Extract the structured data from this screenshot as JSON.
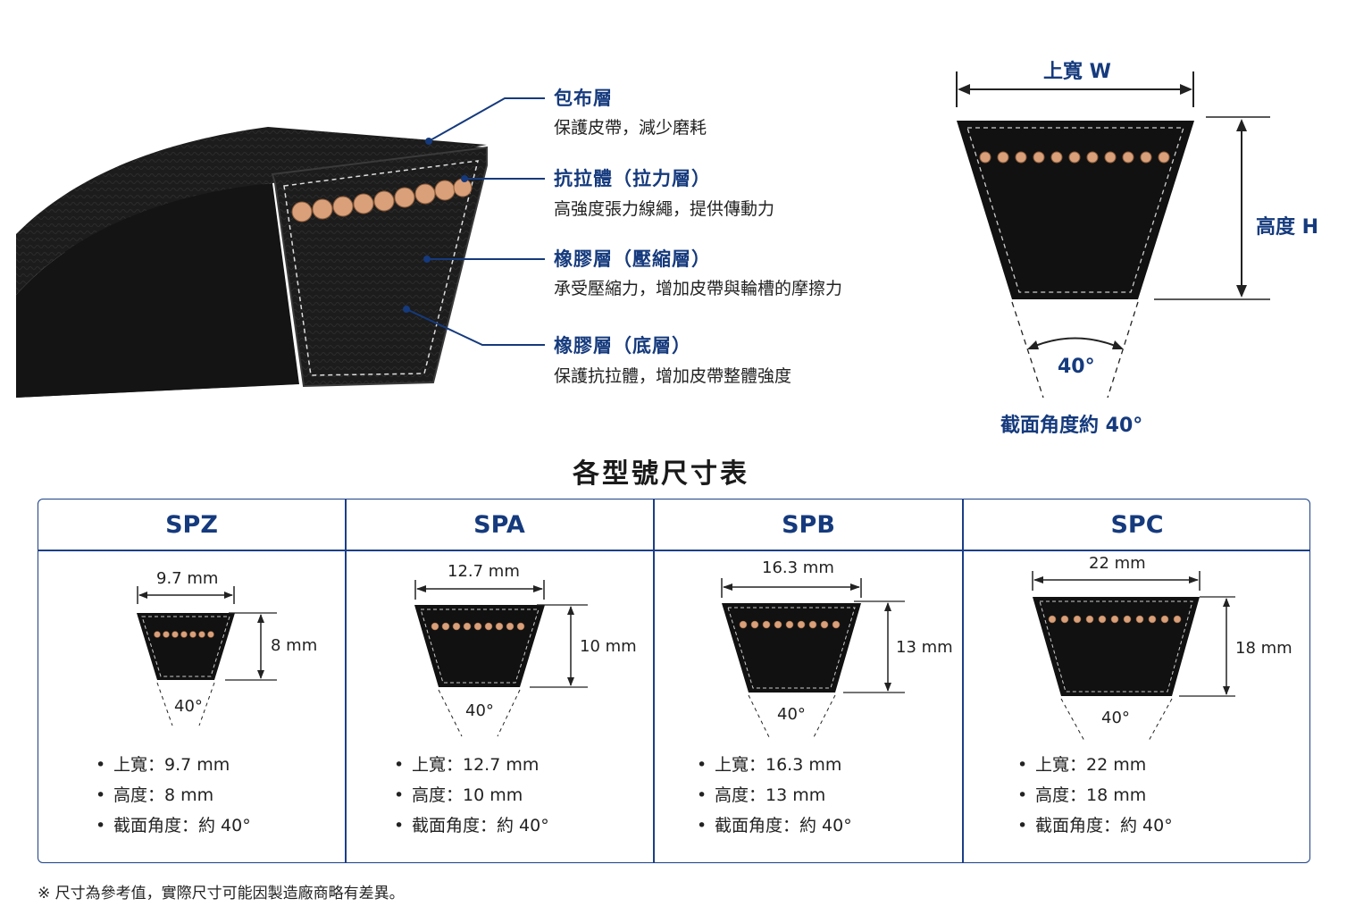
{
  "layers": [
    {
      "title": "包布層",
      "desc": "保護皮帶，減少磨耗"
    },
    {
      "title": "抗拉體（拉力層）",
      "desc": "高強度張力線繩，提供傳動力"
    },
    {
      "title": "橡膠層（壓縮層）",
      "desc": "承受壓縮力，增加皮帶與輪槽的摩擦力"
    },
    {
      "title": "橡膠層（底層）",
      "desc": "保護抗拉體，增加皮帶整體強度"
    }
  ],
  "dimensions": {
    "width_label": "上寬 W",
    "height_label": "高度 H",
    "angle_label": "40°",
    "angle_caption": "截面角度約 40°"
  },
  "table": {
    "title": "各型號尺寸表",
    "columns": [
      {
        "name": "SPZ",
        "top_width": "9.7 mm",
        "height": "8 mm",
        "angle": "40°",
        "bullets": [
          "上寬：9.7 mm",
          "高度：8 mm",
          "截面角度：約 40°"
        ]
      },
      {
        "name": "SPA",
        "top_width": "12.7 mm",
        "height": "10 mm",
        "angle": "40°",
        "bullets": [
          "上寬：12.7 mm",
          "高度：10 mm",
          "截面角度：約 40°"
        ]
      },
      {
        "name": "SPB",
        "top_width": "16.3 mm",
        "height": "13 mm",
        "angle": "40°",
        "bullets": [
          "上寬：16.3 mm",
          "高度：13 mm",
          "截面角度：約 40°"
        ]
      },
      {
        "name": "SPC",
        "top_width": "22 mm",
        "height": "18 mm",
        "angle": "40°",
        "bullets": [
          "上寬：22 mm",
          "高度：18 mm",
          "截面角度：約 40°"
        ]
      }
    ]
  },
  "footnote": "※ 尺寸為參考值，實際尺寸可能因製造廠商略有差異。",
  "colors": {
    "accent": "#153a7d",
    "belt": "#111111",
    "cord": "#d9a07a"
  }
}
